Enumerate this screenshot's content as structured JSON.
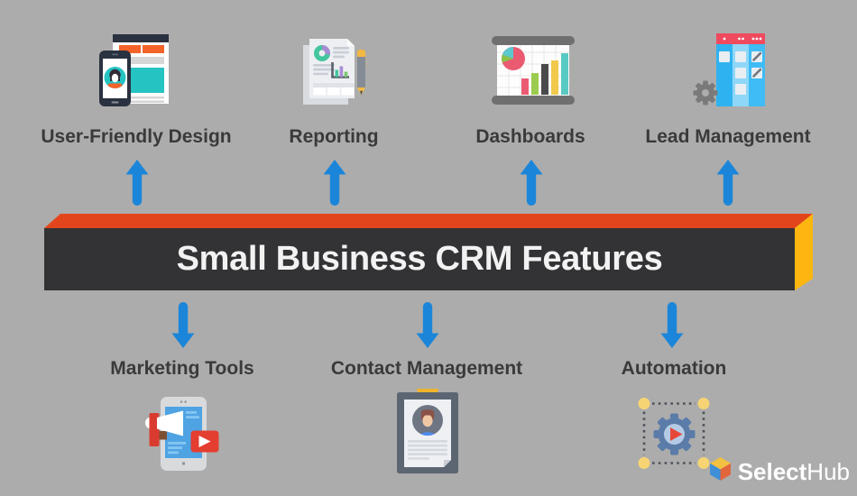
{
  "banner": {
    "title": "Small Business CRM Features",
    "colors": {
      "front": "#333336",
      "top": "#e2451c",
      "side": "#fdb60f"
    }
  },
  "features_top": [
    {
      "label": "User-Friendly Design",
      "icon": "user-friendly-design-icon"
    },
    {
      "label": "Reporting",
      "icon": "reporting-icon"
    },
    {
      "label": "Dashboards",
      "icon": "dashboards-icon"
    },
    {
      "label": "Lead Management",
      "icon": "lead-management-icon"
    }
  ],
  "features_bottom": [
    {
      "label": "Marketing Tools",
      "icon": "marketing-tools-icon"
    },
    {
      "label": "Contact Management",
      "icon": "contact-management-icon"
    },
    {
      "label": "Automation",
      "icon": "automation-icon"
    }
  ],
  "logo": {
    "name": "SelectHub",
    "select": "Select",
    "hub": "Hub"
  },
  "colors": {
    "background": "#acacac",
    "arrow": "#1b86d9",
    "label_text": "#3a3a3a",
    "banner_text": "#f2f2f2"
  }
}
